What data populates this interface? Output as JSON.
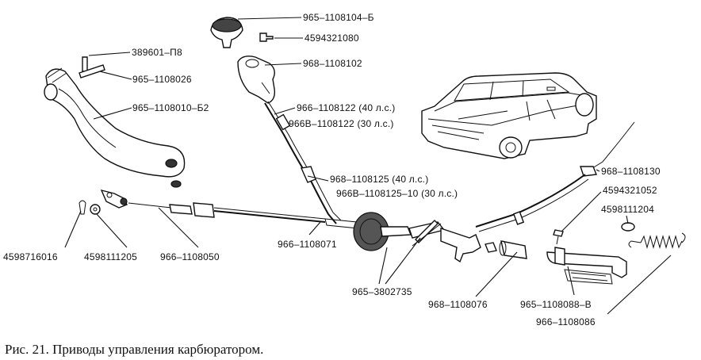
{
  "labels": {
    "knob": "965–1108104–Б",
    "screw_top": "4594321080",
    "bracket_top": "968–1108102",
    "pin": "389601–П8",
    "pin2": "965–1108026",
    "pedal": "965–1108010–Б2",
    "cable1_a": "966–1108122 (40 л.с.)",
    "cable1_b": "966В–1108122 (30 л.с.)",
    "cable2_a": "968–1108125 (40 л.с.)",
    "cable2_b": "966В–1108125–10 (30 л.с.)",
    "cable_right": "968–1108130",
    "screw_right": "4594321052",
    "washer_right": "4598111204",
    "cotter": "4598716016",
    "washer_left": "4598111205",
    "rod": "966–1108050",
    "tube": "966–1108071",
    "grommet": "965–3802735",
    "sleeve": "968–1108076",
    "lever": "965–1108088–В",
    "spring": "966–1108086"
  },
  "caption": "Рис. 21. Приводы управления карбюратором."
}
